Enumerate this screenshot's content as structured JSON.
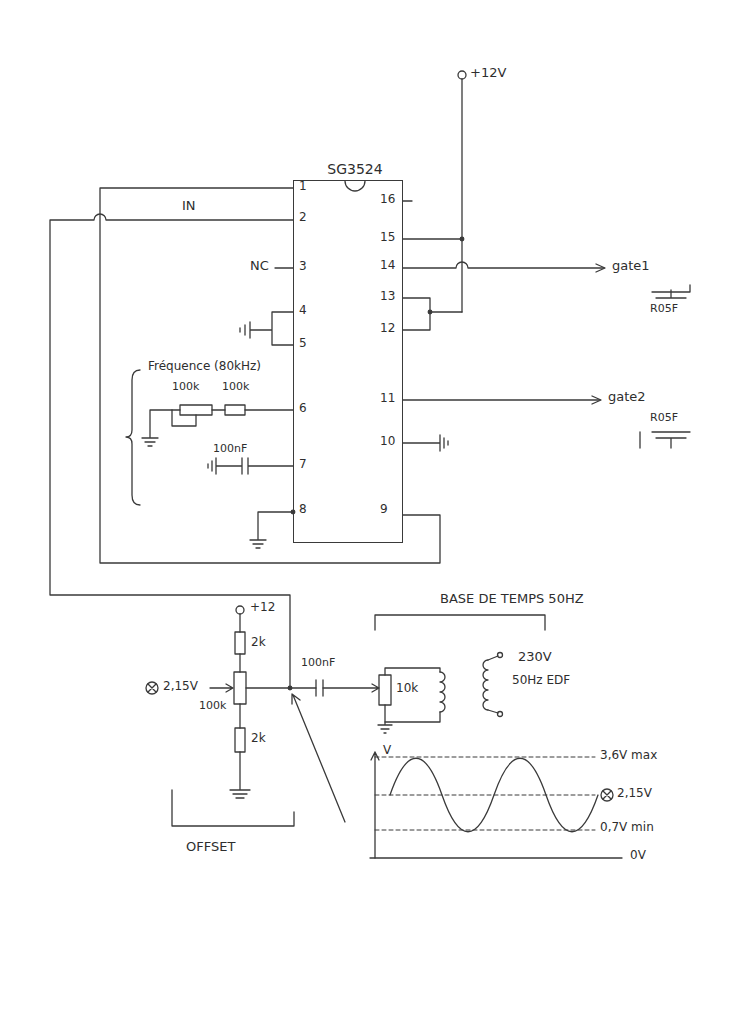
{
  "diagram": {
    "nodes": [
      {
        "text": [
          "SG3524"
        ]
      }
    ],
    "labels": [
      "+12V",
      "1",
      "2",
      "IN",
      "16",
      "15",
      "3",
      "NC",
      "14",
      "gate1",
      "R05F",
      "13",
      "4",
      "12",
      "5",
      "Fréquence (80kHz)",
      "100k",
      "100k",
      "11",
      "gate2",
      "R05F",
      "6",
      "10",
      "100nF",
      "7",
      "8",
      "9",
      "BASE DE TEMPS 50HZ",
      "+12",
      "2k",
      "2,15V",
      "100k",
      "2k",
      "OFFSET",
      "100nF",
      "10k",
      "230V",
      "50Hz EDF",
      "V",
      "3,6V max",
      "2,15V",
      "0,7V min",
      "0V"
    ]
  }
}
